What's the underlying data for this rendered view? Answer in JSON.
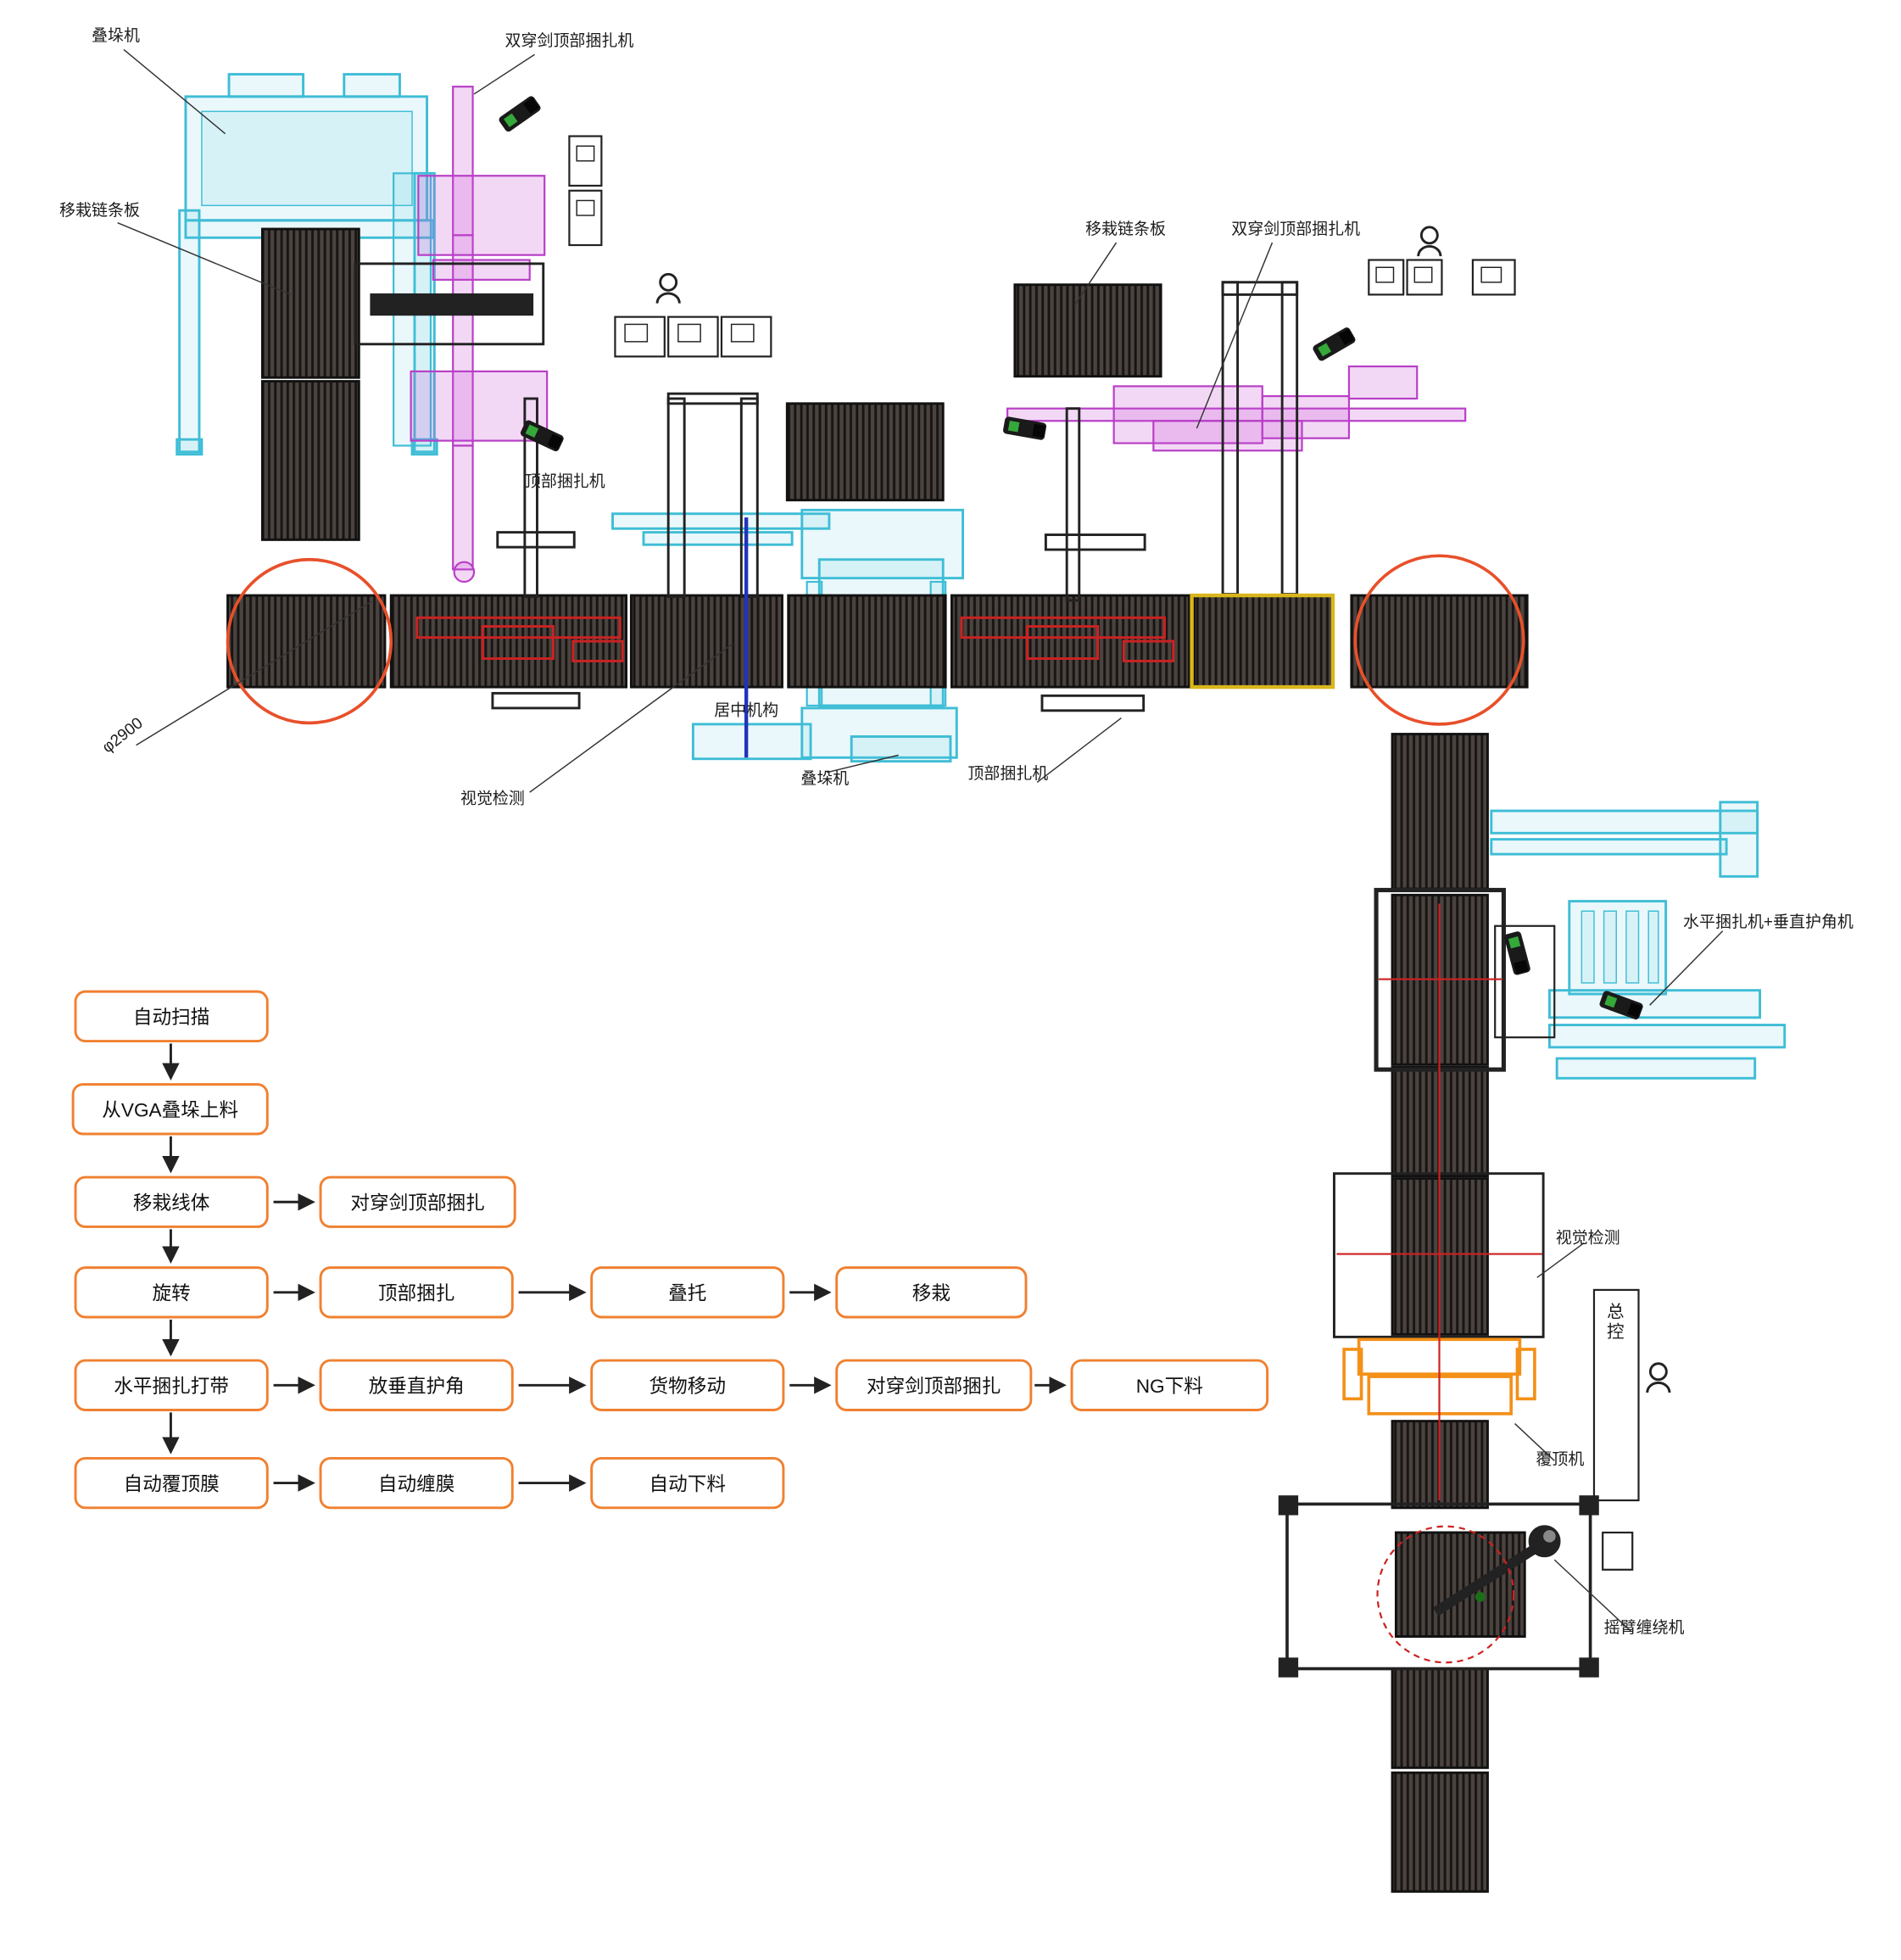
{
  "colors": {
    "conveyor": "#4a4340",
    "cyan_machinery": "#3fbdd6",
    "magenta_strapper": "#b83fc6",
    "red_annotation": "#e8502a",
    "orange_machine": "#f39019",
    "flow_border": "#f08030",
    "yellow_frame": "#d9b61b",
    "blue_line": "#2233bb"
  },
  "labels": {
    "stacker_top_left": "叠垛机",
    "double_sword_left": "双穿剑顶部捆扎机",
    "chain_plate_left": "移栽链条板",
    "top_strapper_left": "顶部捆扎机",
    "chain_plate_right": "移栽链条板",
    "double_sword_right": "双穿剑顶部捆扎机",
    "centering": "居中机构",
    "vision_left": "视觉检测",
    "stacker_center": "叠垛机",
    "top_strapper_center": "顶部捆扎机",
    "diameter": "φ2900",
    "horizontal_strapper": "水平捆扎机+垂直护角机",
    "vision_right": "视觉检测",
    "master_control": "总控",
    "top_film_machine": "覆顶机",
    "arm_wrapper": "摇臂缠绕机"
  },
  "flow": {
    "n0": "自动扫描",
    "n1": "从VGA叠垛上料",
    "n2": "移栽线体",
    "n3": "对穿剑顶部捆扎",
    "n4": "旋转",
    "n5": "顶部捆扎",
    "n6": "叠托",
    "n7": "移栽",
    "n8": "水平捆扎打带",
    "n9": "放垂直护角",
    "n10": "货物移动",
    "n11": "对穿剑顶部捆扎",
    "n12": "NG下料",
    "n13": "自动覆顶膜",
    "n14": "自动缠膜",
    "n15": "自动下料"
  }
}
